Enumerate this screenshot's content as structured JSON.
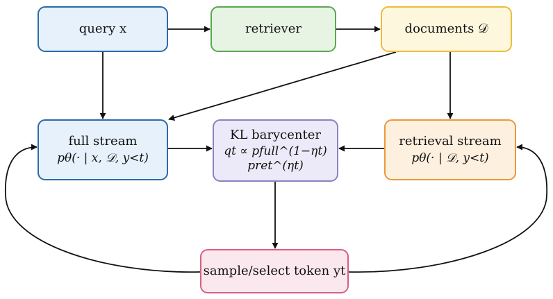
{
  "nodes": {
    "query": {
      "label": "query x"
    },
    "retriever": {
      "label": "retriever"
    },
    "documents": {
      "label": "documents 𝒟"
    },
    "full": {
      "label": "full stream",
      "formula": "pθ(· | x, 𝒟, y<t)"
    },
    "kl": {
      "label": "KL barycenter",
      "formula": "qt ∝ pfull^(1−ηt) pret^(ηt)"
    },
    "retrieval": {
      "label": "retrieval stream",
      "formula": "pθ(· | 𝒟, y<t)"
    },
    "sample": {
      "label": "sample/select token yt"
    }
  },
  "colors": {
    "arrow": "#111111",
    "blue_border": "#2d6aa8",
    "blue_fill": "#e6f1fb",
    "green_border": "#5aa74f",
    "green_fill": "#e7f4e4",
    "yellow_border": "#ecbd3a",
    "yellow_fill": "#fdf7de",
    "purple_border": "#8f80c0",
    "purple_fill": "#ece9f8",
    "orange_border": "#e89a3c",
    "orange_fill": "#fdf0df",
    "pink_border": "#d7607f",
    "pink_fill": "#fbe8ef"
  }
}
